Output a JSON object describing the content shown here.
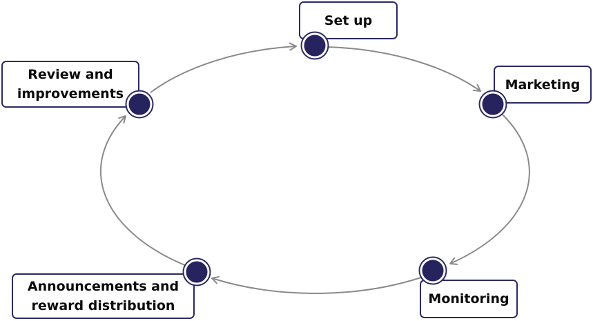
{
  "colors": {
    "node_fill": "#26235f",
    "node_ring": "#2b2a63",
    "box_border": "#2b2a63",
    "arrow": "#8a8a8a",
    "text": "#0a0a0a",
    "background": "#ffffff"
  },
  "cycle": {
    "steps": [
      {
        "label": "Set up"
      },
      {
        "label": "Marketing"
      },
      {
        "label": "Monitoring"
      },
      {
        "label": "Announcements and\nreward distribution"
      },
      {
        "label": "Review and\nimprovements"
      }
    ]
  }
}
